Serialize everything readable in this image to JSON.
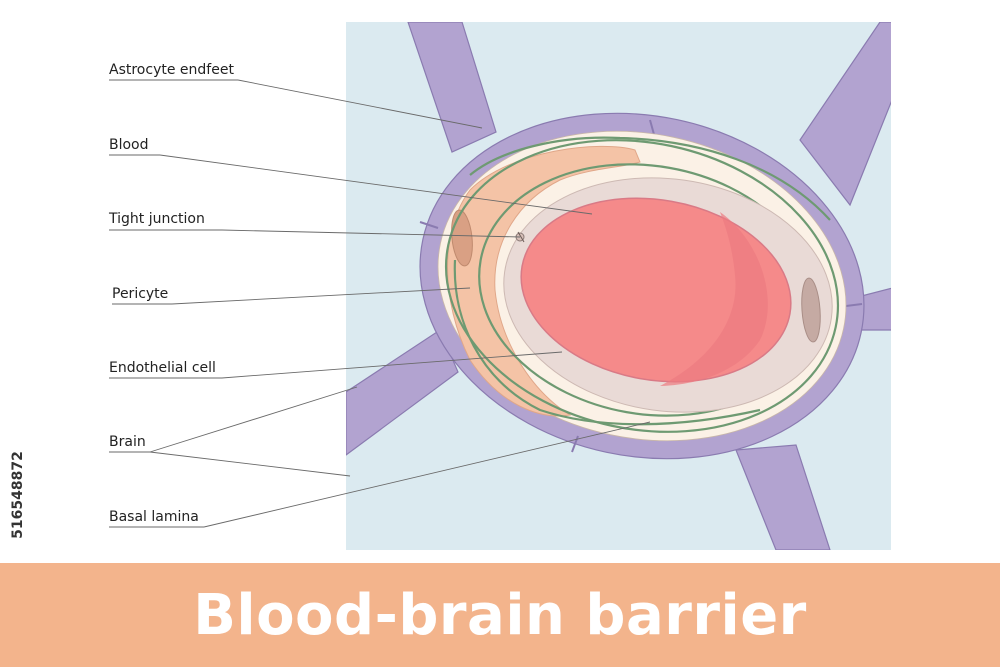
{
  "title": "Blood-brain barrier",
  "stock_id": "516548872",
  "colors": {
    "brain_bg": "#dbeaf0",
    "astrocyte": "#b2a3d0",
    "astrocyte_edge": "#8a7bb0",
    "basal_lamina": "#6e9a72",
    "outer_space": "#fbf1e6",
    "pericyte": "#f4c3a6",
    "endothelial": "#e9dad6",
    "blood": "#f58a8a",
    "banner": "#f3b48c"
  },
  "labels": [
    {
      "id": "astrocyte-endfeet",
      "text": "Astrocyte endfeet"
    },
    {
      "id": "blood",
      "text": "Blood"
    },
    {
      "id": "tight-junction",
      "text": "Tight junction"
    },
    {
      "id": "pericyte",
      "text": "Pericyte"
    },
    {
      "id": "endothelial-cell",
      "text": "Endothelial cell"
    },
    {
      "id": "brain",
      "text": "Brain"
    },
    {
      "id": "basal-lamina",
      "text": "Basal lamina"
    }
  ]
}
